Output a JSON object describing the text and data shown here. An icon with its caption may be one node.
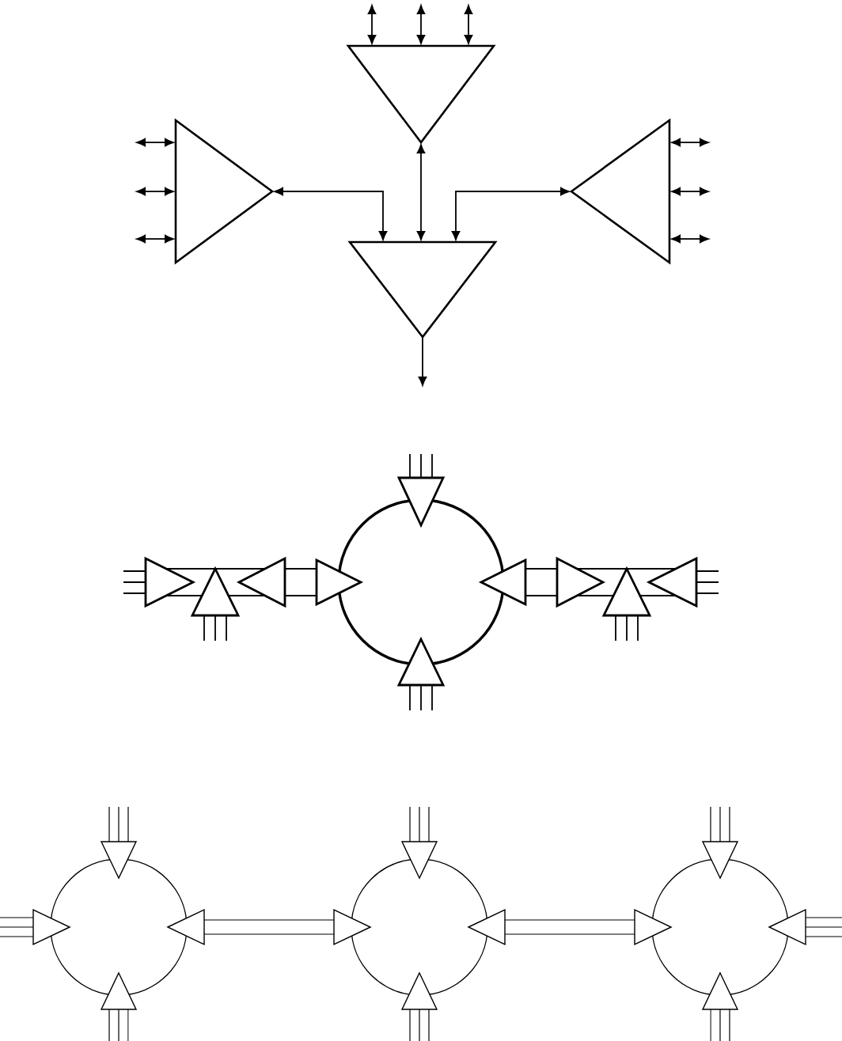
{
  "diagram": {
    "nodes": [
      {
        "text": [],
        "shape": "triangle"
      },
      {
        "text": [],
        "shape": "triangle"
      },
      {
        "text": [],
        "shape": "triangle"
      },
      {
        "text": [],
        "shape": "triangle"
      },
      {
        "text": [],
        "shape": "triangle"
      },
      {
        "text": [],
        "shape": "triangle"
      },
      {
        "text": [],
        "shape": "triangle"
      },
      {
        "text": [],
        "shape": "triangle"
      },
      {
        "text": [],
        "shape": "triangle"
      },
      {
        "text": [],
        "shape": "circle"
      },
      {
        "text": [],
        "shape": "triangle"
      },
      {
        "text": [],
        "shape": "triangle"
      },
      {
        "text": [],
        "shape": "triangle"
      },
      {
        "text": [],
        "shape": "triangle"
      },
      {
        "text": [],
        "shape": "triangle"
      },
      {
        "text": [],
        "shape": "triangle"
      },
      {
        "text": [],
        "shape": "triangle"
      },
      {
        "text": [],
        "shape": "triangle"
      },
      {
        "text": [],
        "shape": "triangle"
      },
      {
        "text": [],
        "shape": "circle"
      },
      {
        "text": [],
        "shape": "triangle"
      },
      {
        "text": [],
        "shape": "triangle"
      },
      {
        "text": [],
        "shape": "circle"
      },
      {
        "text": [],
        "shape": "triangle"
      },
      {
        "text": [],
        "shape": "triangle"
      },
      {
        "text": [],
        "shape": "circle"
      },
      {
        "text": [],
        "shape": "triangle"
      },
      {
        "text": [],
        "shape": "triangle"
      },
      {
        "text": [],
        "shape": "triangle"
      },
      {
        "text": [],
        "shape": "triangle"
      }
    ],
    "edges": [
      {
        "from": null,
        "to": 0,
        "arrow": "both"
      },
      {
        "from": null,
        "to": 0,
        "arrow": "both"
      },
      {
        "from": null,
        "to": 0,
        "arrow": "both"
      },
      {
        "from": null,
        "to": 1,
        "arrow": "both"
      },
      {
        "from": null,
        "to": 1,
        "arrow": "both"
      },
      {
        "from": null,
        "to": 1,
        "arrow": "both"
      },
      {
        "from": null,
        "to": 2,
        "arrow": "both"
      },
      {
        "from": null,
        "to": 2,
        "arrow": "both"
      },
      {
        "from": null,
        "to": 2,
        "arrow": "both"
      },
      {
        "from": 1,
        "to": 3,
        "arrow": "both"
      },
      {
        "from": 0,
        "to": 3,
        "arrow": "both"
      },
      {
        "from": 2,
        "to": 3,
        "arrow": "both"
      },
      {
        "from": 3,
        "to": null,
        "arrow": "to"
      },
      {
        "from": null,
        "to": 4,
        "arrow": "none"
      },
      {
        "from": null,
        "to": 5,
        "arrow": "none"
      },
      {
        "from": 5,
        "to": 6,
        "arrow": "none"
      },
      {
        "from": 6,
        "to": 7,
        "arrow": "none"
      },
      {
        "from": 7,
        "to": 8,
        "arrow": "none"
      },
      {
        "from": null,
        "to": 6,
        "arrow": "none"
      },
      {
        "from": 10,
        "to": 11,
        "arrow": "none"
      },
      {
        "from": 11,
        "to": 12,
        "arrow": "none"
      },
      {
        "from": 12,
        "to": 13,
        "arrow": "none"
      },
      {
        "from": 13,
        "to": null,
        "arrow": "none"
      },
      {
        "from": 12,
        "to": null,
        "arrow": "none"
      },
      {
        "from": null,
        "to": 14,
        "arrow": "none"
      },
      {
        "from": null,
        "to": 15,
        "arrow": "none"
      },
      {
        "from": null,
        "to": 16,
        "arrow": "none"
      },
      {
        "from": null,
        "to": 17,
        "arrow": "none"
      },
      {
        "from": null,
        "to": 18,
        "arrow": "none"
      },
      {
        "from": 20,
        "to": 21,
        "arrow": "none"
      },
      {
        "from": 23,
        "to": 24,
        "arrow": "none"
      },
      {
        "from": 26,
        "to": null,
        "arrow": "none"
      },
      {
        "from": null,
        "to": 27,
        "arrow": "none"
      },
      {
        "from": null,
        "to": 28,
        "arrow": "none"
      },
      {
        "from": null,
        "to": 29,
        "arrow": "none"
      }
    ]
  }
}
